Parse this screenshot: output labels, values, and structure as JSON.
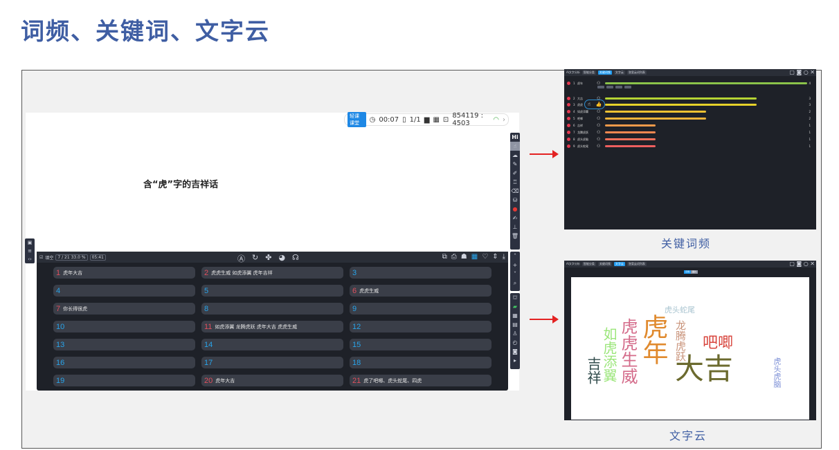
{
  "page_title": "词频、关键词、文字云",
  "main_screen": {
    "status_bar": {
      "mode_badge": "轻课课堂",
      "timer": "00:07",
      "page": "1/1",
      "room_info": "854119 : 4503"
    },
    "slide_heading": "含“虎”字的吉祥话",
    "answer_panel": {
      "label": "填空",
      "progress": "7 / 21  33.0 %",
      "time": "05:41",
      "cells": [
        {
          "num": "1",
          "answer": "虎年大吉"
        },
        {
          "num": "2",
          "answer": "虎虎生威 如虎添翼 虎年吉祥"
        },
        {
          "num": "3",
          "answer": ""
        },
        {
          "num": "4",
          "answer": ""
        },
        {
          "num": "5",
          "answer": ""
        },
        {
          "num": "6",
          "answer": "虎虎生威"
        },
        {
          "num": "7",
          "answer": "你长得很虎"
        },
        {
          "num": "8",
          "answer": ""
        },
        {
          "num": "9",
          "answer": ""
        },
        {
          "num": "10",
          "answer": ""
        },
        {
          "num": "11",
          "answer": "如虎添翼 龙腾虎跃 虎年大吉 虎虎生威"
        },
        {
          "num": "12",
          "answer": ""
        },
        {
          "num": "13",
          "answer": ""
        },
        {
          "num": "14",
          "answer": ""
        },
        {
          "num": "15",
          "answer": ""
        },
        {
          "num": "16",
          "answer": ""
        },
        {
          "num": "17",
          "answer": ""
        },
        {
          "num": "18",
          "answer": ""
        },
        {
          "num": "19",
          "answer": ""
        },
        {
          "num": "20",
          "answer": "虎年大吉"
        },
        {
          "num": "21",
          "answer": "虎了吧唧、虎头蛇尾、四虎"
        }
      ]
    },
    "toolbar_top": {
      "hi_label": "Hi"
    }
  },
  "keyword_window": {
    "tabs": [
      "AI文字分析",
      "智能分类",
      "关键词频",
      "文字云",
      "答案云词列表"
    ],
    "active_tab": "关键词频",
    "rows": [
      {
        "idx": "1",
        "word": "虎年",
        "count": 4,
        "color": "#8bc34a"
      },
      {
        "idx": "2",
        "word": "大吉",
        "count": 3,
        "color": "#b5d334"
      },
      {
        "idx": "3",
        "word": "虎虎",
        "count": 3,
        "color": "#e6d12a"
      },
      {
        "idx": "4",
        "word": "如虎添翼",
        "count": 2,
        "color": "#f1c232"
      },
      {
        "idx": "5",
        "word": "吧唧",
        "count": 2,
        "color": "#f0b43a"
      },
      {
        "idx": "6",
        "word": "吉祥",
        "count": 1,
        "color": "#f39a4a"
      },
      {
        "idx": "7",
        "word": "龙腾虎跃",
        "count": 1,
        "color": "#f48850"
      },
      {
        "idx": "8",
        "word": "虎头虎脑",
        "count": 1,
        "color": "#f2705a"
      },
      {
        "idx": "9",
        "word": "虎头蛇尾",
        "count": 1,
        "color": "#ee5f5f"
      }
    ],
    "max_count": 4,
    "caption": "关键词频"
  },
  "wordcloud_window": {
    "tabs": [
      "AI文字分析",
      "智能分类",
      "关键词频",
      "文字云",
      "答案云词列表"
    ],
    "active_tab": "文字云",
    "toggle": [
      "示例",
      "图片"
    ],
    "words": [
      {
        "text": "虎年",
        "color": "#e08a2e"
      },
      {
        "text": "大吉",
        "color": "#6b6a2e"
      },
      {
        "text": "虎虎生威",
        "color": "#d46b8a"
      },
      {
        "text": "如虎添翼",
        "color": "#9be67a"
      },
      {
        "text": "吉祥",
        "color": "#2f4a4a"
      },
      {
        "text": "龙腾虎跃",
        "color": "#c9937a"
      },
      {
        "text": "吧唧",
        "color": "#d8443c"
      },
      {
        "text": "虎头蛇尾",
        "color": "#a9c4d0"
      },
      {
        "text": "虎头虎脑",
        "color": "#7c8fd6"
      }
    ],
    "caption": "文字云"
  }
}
